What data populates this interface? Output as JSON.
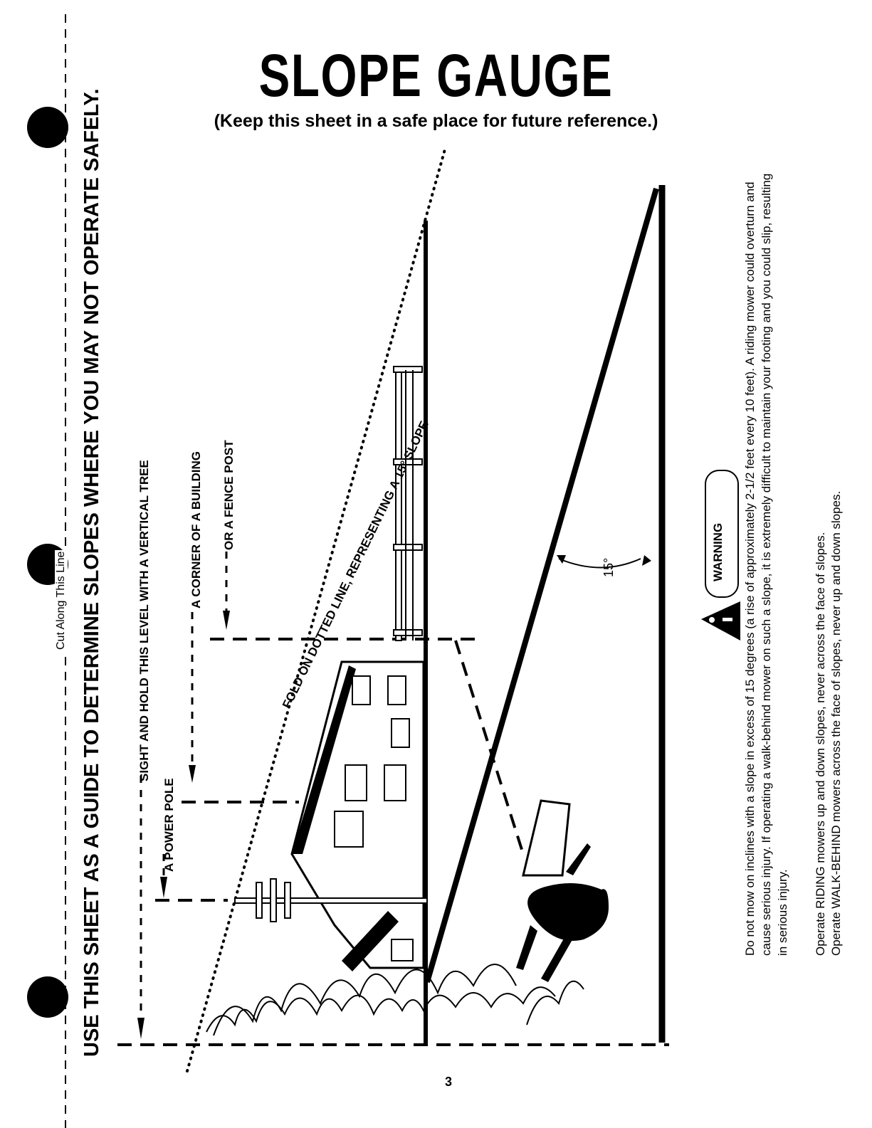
{
  "title": "SLOPE GAUGE",
  "subtitle": "(Keep this sheet in a safe place for future reference.)",
  "side_instruction": "USE THIS SHEET AS A GUIDE TO DETERMINE SLOPES WHERE YOU MAY NOT OPERATE SAFELY.",
  "cut_line": "Cut Along This Line",
  "labels": {
    "sight": "SIGHT AND HOLD THIS LEVEL WITH A VERTICAL TREE",
    "pole": "A POWER POLE",
    "corner": "A CORNER OF A BUILDING",
    "fence": "OR A FENCE POST",
    "fold": "FOLD ON DOTTED LINE, REPRESENTING A 15° SLOPE",
    "angle": "15°"
  },
  "warning": {
    "label": "WARNING",
    "paragraph1": "Do not mow on inclines with a slope in excess of 15 degrees (a rise of approximately 2-1/2 feet every 10 feet). A riding mower could overturn and cause serious injury. If operating a walk-behind mower on such a slope, it is extremely difficult to maintain your footing and you could slip, resulting in serious injury.",
    "paragraph2": "Operate RIDING mowers up and down slopes, never across the face of slopes.",
    "paragraph3": "Operate WALK-BEHIND mowers across the face of slopes, never up and down slopes."
  },
  "page_number": "3"
}
